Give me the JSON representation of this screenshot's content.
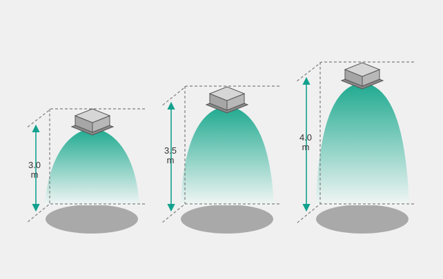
{
  "colors": {
    "background": "#f0f0f0",
    "beam_top": "#1ea98f",
    "beam_bottom": "#f2f6f5",
    "floor_ellipse": "#a9a9a9",
    "dashed_line": "#7d7d7d",
    "arrow": "#12a18e",
    "unit_top": "#d6d6d6",
    "unit_side": "#a6a6a6",
    "unit_plate": "#888888",
    "label": "#333333"
  },
  "units": [
    {
      "height_value": "3.0",
      "height_unit": "m",
      "icon": "ceiling-cassette-icon"
    },
    {
      "height_value": "3.5",
      "height_unit": "m",
      "icon": "ceiling-cassette-icon"
    },
    {
      "height_value": "4.0",
      "height_unit": "m",
      "icon": "ceiling-cassette-icon"
    }
  ]
}
